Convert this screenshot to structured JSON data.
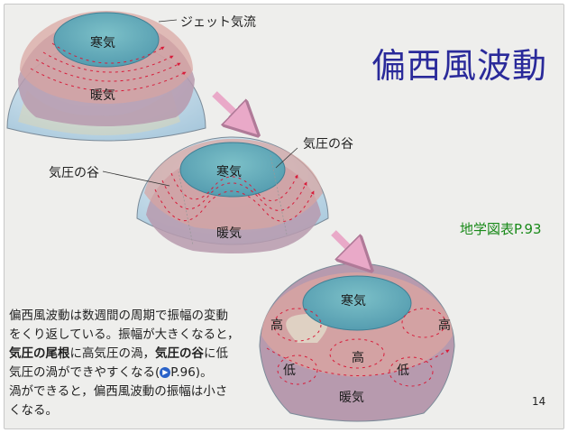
{
  "slide": {
    "title": "偏西風波動",
    "reference": "地学図表P.93",
    "page_number": "14"
  },
  "globe1": {
    "jet_label": "ジェット気流",
    "cold": "寒気",
    "warm": "暖気"
  },
  "globe2": {
    "trough_left": "気圧の谷",
    "trough_right": "気圧の谷",
    "cold": "寒気",
    "warm": "暖気"
  },
  "globe3": {
    "cold": "寒気",
    "warm": "暖気",
    "high_left": "高",
    "high_right": "高",
    "high_center": "高",
    "low_left": "低",
    "low_right": "低"
  },
  "caption": {
    "line1": "偏西風波動は数週間の周期で振幅の変動",
    "line2": "をくり返している。振幅が大きくなると，",
    "ridge_term": "気圧の尾根",
    "line3_mid": "に高気圧の渦，",
    "trough_term": "気圧の谷",
    "line3_end": "に低",
    "line4": "気圧の渦ができやすくなる(",
    "ref_icon": "▶",
    "line4_ref": "P.96",
    "line4_end": ")。",
    "line5": "渦ができると，偏西風波動の振幅は小さ",
    "line6": "くなる。"
  },
  "colors": {
    "title": "#2a2a9a",
    "reference": "#1a8a1a",
    "cold_cap": "#5fa6b6",
    "warm_band": "#b79aae",
    "ocean": "#bcd8e8",
    "land": "#d8d6b8",
    "jet_arrows": "#d81c3a",
    "transition_arrow": "#e9a9c8"
  }
}
